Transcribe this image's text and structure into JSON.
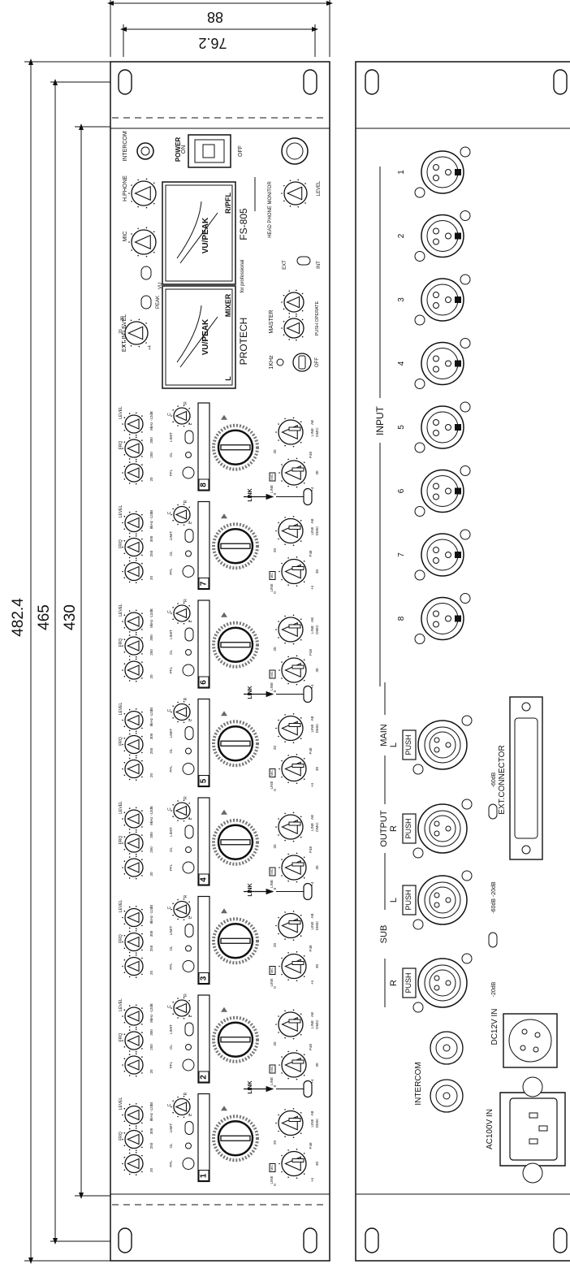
{
  "dimensions": {
    "depth_outer": "88",
    "depth_inner": "76.2",
    "overall_width": "482.4",
    "mount_pitch": "465",
    "panel_width": "430"
  },
  "front_panel": {
    "power_label": "POWER",
    "power_on": "ON",
    "power_off": "OFF",
    "intercom_label": "INTERCOM",
    "hphone_label": "H.PHONE",
    "mic_label": "MIC",
    "ext_in_level_label": "EXT IN LEVEL",
    "ext_in_marks": [
      "0",
      "20",
      "30",
      "+4"
    ],
    "vu_label": "VU",
    "peak_label": "PEAK",
    "meter_scale": "VU/PEAK",
    "meter_l": "L",
    "meter_mixer": "MIXER",
    "meter_rpfl": "R/PFL",
    "brand": "PROTECH",
    "model": "FS-805",
    "tagline": "for professional",
    "headphone_monitor_label": "HEAD PHONE MONITOR",
    "level_label": "LEVEL",
    "ext_label": "EXT",
    "int_label": "INT",
    "master_label": "MASTER",
    "push_operate": "PUSH OPERATE",
    "tone_label": "1KHz",
    "tone_off": "OFF",
    "link_label": "LINK",
    "channel_labels": {
      "frq": "FRQ",
      "level": "LEVEL",
      "c": "C",
      "r": "R",
      "l": "L",
      "pfl": "PFL",
      "ol": "OL",
      "limit": "LIMIT",
      "eq_marks": [
        "20",
        "300",
        "250",
        "8kHz -12dB",
        "+12dB"
      ],
      "line": "LINE",
      "mic": "MIC",
      "p48": "P48",
      "dmic": "DMIC",
      "ab": "AB",
      "gain_marks": [
        "0",
        "20",
        "30",
        "+4"
      ]
    },
    "channels": [
      "1",
      "2",
      "3",
      "4",
      "5",
      "6",
      "7",
      "8"
    ]
  },
  "rear_panel": {
    "input_label": "INPUT",
    "inputs": [
      "1",
      "2",
      "3",
      "4",
      "5",
      "6",
      "7",
      "8"
    ],
    "ext_connector": "EXT.CONNECTOR",
    "output_label": "OUTPUT",
    "sub_label": "SUB",
    "main_label": "MAIN",
    "out_r": "R",
    "out_l": "L",
    "push": "PUSH",
    "level_switch_a": "-20dB",
    "level_switch_b": "-60dB",
    "level_switch_pair": "-60dB -20dB",
    "intercom_label": "INTERCOM",
    "dc_in": "DC12V IN",
    "ac_in": "AC100V IN"
  }
}
